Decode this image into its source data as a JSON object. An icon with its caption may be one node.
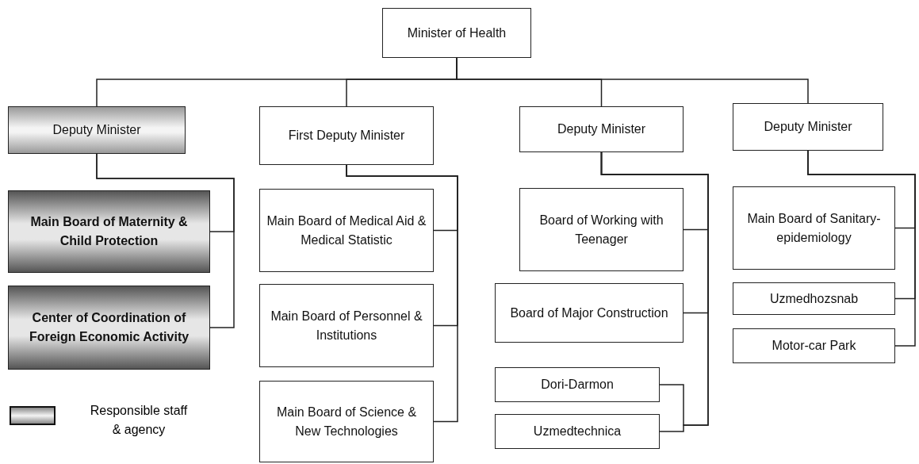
{
  "diagram": {
    "nodes": [
      {
        "text": [
          "Minister of Health"
        ]
      },
      {
        "text": [
          "Deputy Minister"
        ]
      },
      {
        "text": [
          "First Deputy Minister"
        ]
      },
      {
        "text": [
          "Deputy Minister"
        ]
      },
      {
        "text": [
          "Deputy Minister"
        ]
      },
      {
        "text": [
          "Main Board of Maternity & Child Protection"
        ]
      },
      {
        "text": [
          "Center of Coordination of Foreign Economic Activity"
        ]
      },
      {
        "text": [
          "Main Board of Medical Aid & Medical Statistic"
        ]
      },
      {
        "text": [
          "Main Board of Personnel & Institutions"
        ]
      },
      {
        "text": [
          "Main Board of Science & New Technologies"
        ]
      },
      {
        "text": [
          "Board of Working with Teenager"
        ]
      },
      {
        "text": [
          "Board of Major Construction"
        ]
      },
      {
        "text": [
          "Dori-Darmon"
        ]
      },
      {
        "text": [
          "Uzmedtechnica"
        ]
      },
      {
        "text": [
          "Main Board of Sanitary-epidemiology"
        ]
      },
      {
        "text": [
          "Uzmedhozsnab"
        ]
      },
      {
        "text": [
          "Motor-car Park"
        ]
      }
    ],
    "edges": [
      {
        "from": 0,
        "to": 1,
        "arrow": "none"
      },
      {
        "from": 0,
        "to": 2,
        "arrow": "none"
      },
      {
        "from": 0,
        "to": 3,
        "arrow": "none"
      },
      {
        "from": 0,
        "to": 4,
        "arrow": "none"
      },
      {
        "from": 1,
        "to": 5,
        "arrow": "none"
      },
      {
        "from": 1,
        "to": 6,
        "arrow": "none"
      },
      {
        "from": 2,
        "to": 7,
        "arrow": "none"
      },
      {
        "from": 2,
        "to": 8,
        "arrow": "none"
      },
      {
        "from": 2,
        "to": 9,
        "arrow": "none"
      },
      {
        "from": 3,
        "to": 10,
        "arrow": "none"
      },
      {
        "from": 3,
        "to": 11,
        "arrow": "none"
      },
      {
        "from": 3,
        "to": 12,
        "arrow": "none"
      },
      {
        "from": 3,
        "to": 13,
        "arrow": "none"
      },
      {
        "from": 4,
        "to": 14,
        "arrow": "none"
      },
      {
        "from": 4,
        "to": 15,
        "arrow": "none"
      },
      {
        "from": 4,
        "to": 16,
        "arrow": "none"
      }
    ],
    "legend": [
      {
        "text": "Responsible staff & agency"
      }
    ]
  }
}
